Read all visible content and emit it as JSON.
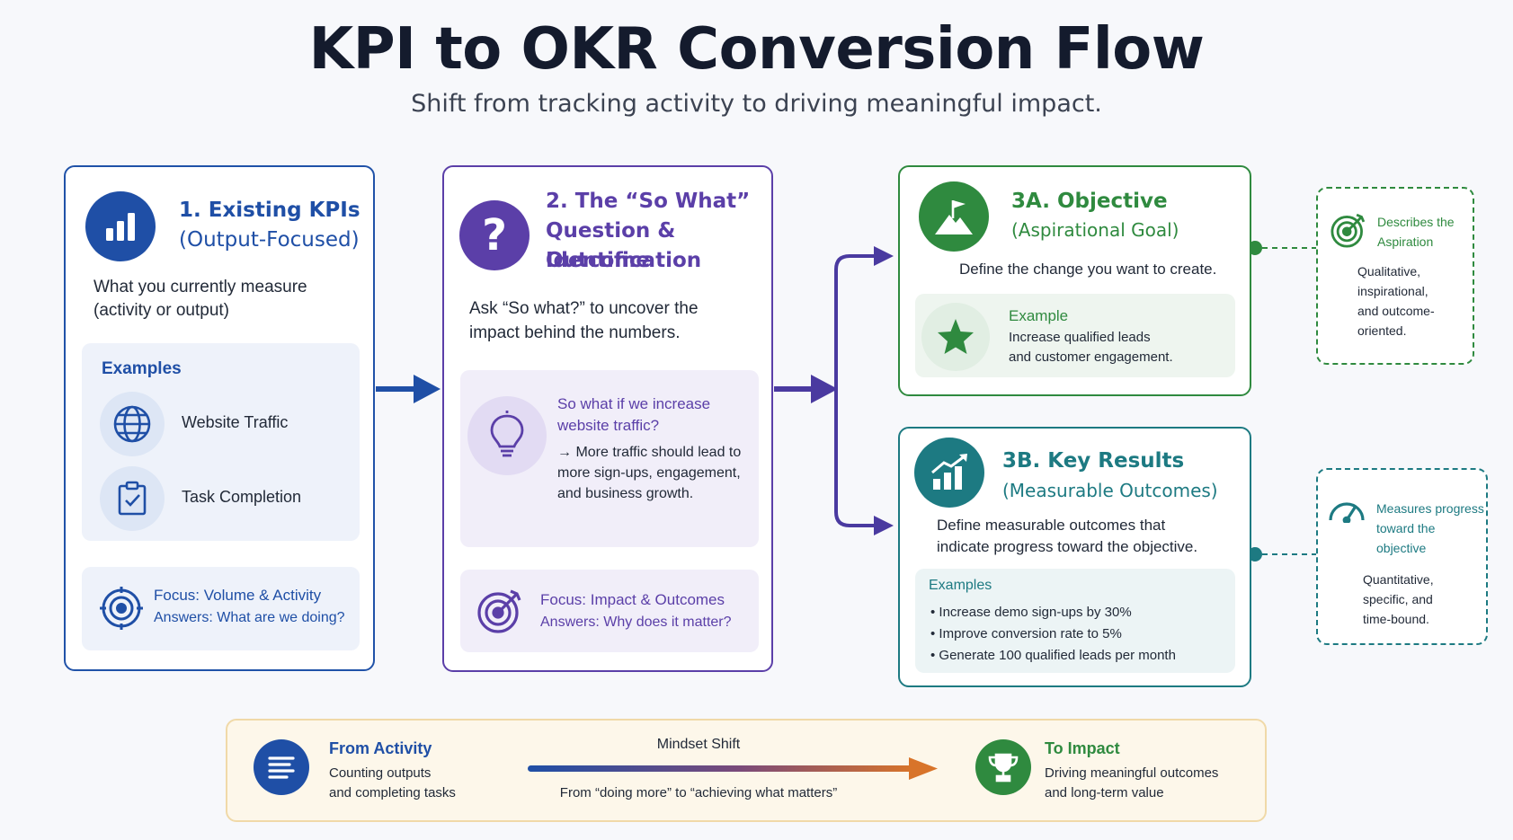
{
  "header": {
    "title": "KPI to OKR Conversion Flow",
    "subtitle": "Shift from tracking activity to driving meaningful impact."
  },
  "kpi": {
    "title_line1": "1. Existing KPIs",
    "title_line2": "(Output-Focused)",
    "desc_line1": "What you currently measure",
    "desc_line2": "(activity or output)",
    "examples_label": "Examples",
    "examples": [
      "Website Traffic",
      "Task Completion"
    ],
    "focus_title": "Focus: Volume & Activity",
    "focus_answer": "Answers: What are we doing?"
  },
  "sowhat": {
    "title_line1": "2. The “So What”",
    "title_line2": "Question & Outcome",
    "title_line3": "Identification",
    "desc_line1": "Ask “So what?” to uncover the",
    "desc_line2": "impact behind the numbers.",
    "q_line1": "So what if we increase",
    "q_line2": "website traffic?",
    "a_line1": "→ More traffic should lead to",
    "a_line2": "more sign-ups, engagement,",
    "a_line3": "and business growth.",
    "focus_title": "Focus: Impact & Outcomes",
    "focus_answer": "Answers: Why does it matter?"
  },
  "objective": {
    "title_line1": "3A. Objective",
    "title_line2": "(Aspirational Goal)",
    "desc": "Define the change you want to create.",
    "example_label": "Example",
    "example_line1": "Increase qualified leads",
    "example_line2": "and customer engagement."
  },
  "key_results": {
    "title_line1": "3B. Key Results",
    "title_line2": "(Measurable Outcomes)",
    "desc_line1": "Define measurable outcomes that",
    "desc_line2": "indicate progress toward the objective.",
    "examples_label": "Examples",
    "examples": [
      "Increase demo sign-ups by 30%",
      "Improve conversion rate to 5%",
      "Generate 100 qualified leads per month"
    ]
  },
  "side_objective": {
    "title_line1": "Describes the",
    "title_line2": "Aspiration",
    "body_line1": "Qualitative,",
    "body_line2": "inspirational,",
    "body_line3": "and outcome-",
    "body_line4": "oriented."
  },
  "side_kr": {
    "title_line1": "Measures progress",
    "title_line2": "toward the",
    "title_line3": "objective",
    "body_line1": "Quantitative,",
    "body_line2": "specific, and",
    "body_line3": "time-bound."
  },
  "mindset": {
    "from_title": "From Activity",
    "from_line1": "Counting outputs",
    "from_line2": "and completing tasks",
    "center_title": "Mindset Shift",
    "center_caption": "From “doing more” to “achieving what matters”",
    "to_title": "To Impact",
    "to_line1": "Driving meaningful outcomes",
    "to_line2": "and long-term value"
  },
  "colors": {
    "kpi_blue": "#2052a8",
    "sowhat_purple": "#5b3fa8",
    "objective_green": "#2f8a3f",
    "kr_teal": "#1d7a82",
    "mindset_orange": "#d8742a"
  },
  "icons": {
    "kpi": "bar-chart-icon",
    "sowhat": "question-mark-icon",
    "objective": "mountain-flag-icon",
    "key_results": "growth-chart-icon",
    "examples": [
      "globe-icon",
      "checklist-icon"
    ],
    "focus_kpi": "target-icon",
    "sowhat_idea": "lightbulb-icon",
    "focus_sowhat": "target-arrow-icon",
    "objective_example": "star-icon",
    "side_objective": "target-arrow-icon",
    "side_kr": "gauge-icon",
    "mindset_from": "list-icon",
    "mindset_to": "trophy-icon"
  }
}
